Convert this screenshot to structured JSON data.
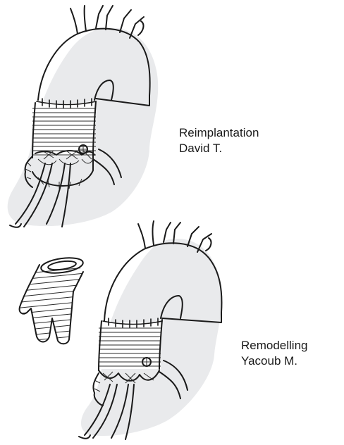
{
  "figure": {
    "techniques": [
      {
        "name": "Reimplantation",
        "author": "David T."
      },
      {
        "name": "Remodelling",
        "author": "Yacoub M."
      }
    ]
  }
}
